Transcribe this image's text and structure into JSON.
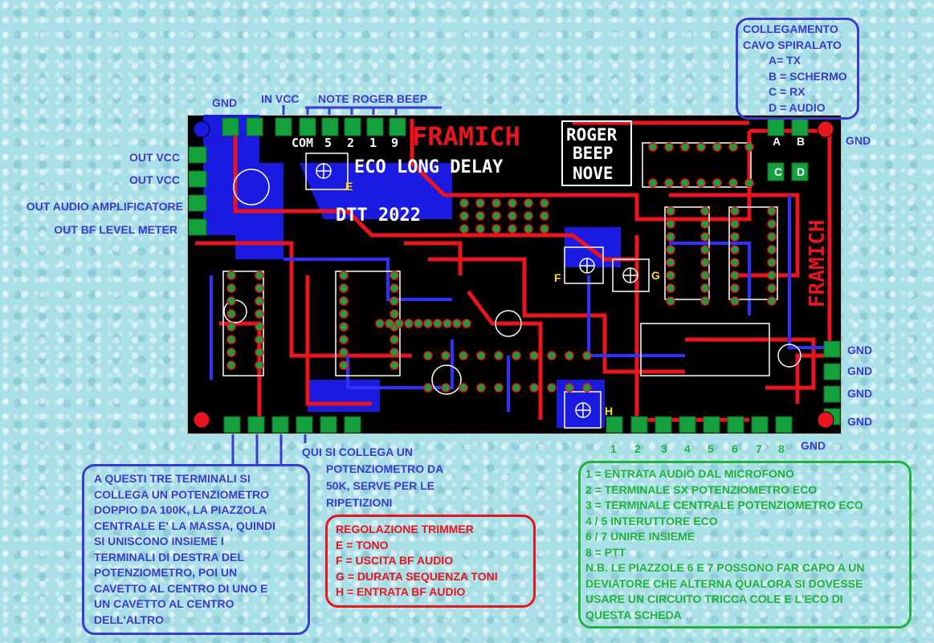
{
  "top_labels": {
    "gnd": "GND",
    "in_vcc": "IN VCC",
    "note_roger_beep": "NOTE ROGER BEEP"
  },
  "left_labels": [
    "OUT VCC",
    "OUT VCC",
    "OUT AUDIO AMPLIFICATORE",
    "OUT BF LEVEL METER"
  ],
  "right_labels": [
    "GND",
    "GND",
    "GND",
    "GND",
    "GND"
  ],
  "bottom_right_gnd": "GND",
  "terminal_numbers": [
    "1",
    "2",
    "3",
    "4",
    "5",
    "6",
    "7",
    "8"
  ],
  "board": {
    "title": "FRAMICH",
    "subtitle": "ECO LONG DELAY",
    "year": "DTT 2022",
    "roger": [
      "ROGER",
      "BEEP",
      "NOVE"
    ],
    "pins": [
      "COM",
      "5",
      "2",
      "1",
      "9"
    ],
    "abcd": [
      "A",
      "B",
      "C",
      "D"
    ],
    "trimmers": [
      "E",
      "F",
      "G",
      "H"
    ],
    "vertical": "FRAMICH"
  },
  "cable_box": {
    "title": [
      "COLLEGAMENTO",
      "CAVO SPIRALATO"
    ],
    "items": [
      "A= TX",
      "B = SCHERMO",
      "C = RX",
      "D = AUDIO"
    ]
  },
  "pot_note": [
    "QUI SI COLLEGA UN",
    "POTENZIOMETRO DA",
    "50K, SERVE PER LE",
    "RIPETIZIONI"
  ],
  "dual_pot_box": [
    "A QUESTI TRE TERMINALI SI",
    "COLLEGA UN POTENZIOMETRO",
    "DOPPIO DA 100K, LA PIAZZOLA",
    "CENTRALE E' LA MASSA, QUINDI",
    "SI UNISCONO INSIEME I",
    "TERMINALI DI DESTRA DEL",
    "POTENZIOMETRO, POI UN",
    "CAVETTO AL CENTRO DI UNO E",
    "UN CAVETTO AL CENTRO",
    "DELL'ALTRO"
  ],
  "trimmer_box": [
    "REGOLAZIONE TRIMMER",
    "E = TONO",
    "F = USCITA BF AUDIO",
    "G = DURATA SEQUENZA TONI",
    "H = ENTRATA BF AUDIO"
  ],
  "legend_box": [
    "1 = ENTRATA AUDIO DAL MICROFONO",
    "2 = TERMINALE SX POTENZIOMETRO ECO",
    "3 = TERMINALE CENTRALE POTENZIOMETRO ECO",
    "4 / 5 INTERUTTORE ECO",
    "6 / 7 UNIRE INSIEME",
    "8 = PTT",
    "N.B. LE PIAZZOLE 6 E 7 POSSONO FAR CAPO A UN",
    "DEVIATORE CHE ALTERNA QUALORA SI DOVESSE",
    "USARE UN CIRCUITO TRICCA COLE E L'ECO DI",
    "QUESTA SCHEDA"
  ],
  "colors": {
    "blue": "#3b3bd0",
    "red": "#e8141e",
    "green": "#1fb33c",
    "board": "#000000",
    "pad": "#14a03c"
  }
}
